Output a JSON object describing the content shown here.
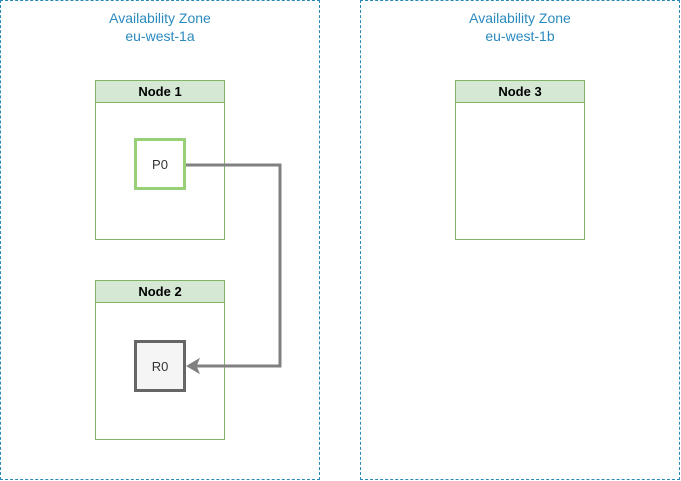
{
  "zones": [
    {
      "title": "Availability Zone",
      "region": "eu-west-1a"
    },
    {
      "title": "Availability Zone",
      "region": "eu-west-1b"
    }
  ],
  "nodes": [
    {
      "label": "Node 1"
    },
    {
      "label": "Node 2"
    },
    {
      "label": "Node 3"
    }
  ],
  "partitions": {
    "primary": "P0",
    "replica": "R0"
  },
  "colors": {
    "zone_border": "#2d8ab8",
    "node_header_fill": "#d5e8d4",
    "node_border": "#82b366",
    "primary_border": "#97d077",
    "replica_border": "#666666",
    "arrow": "#808080"
  }
}
